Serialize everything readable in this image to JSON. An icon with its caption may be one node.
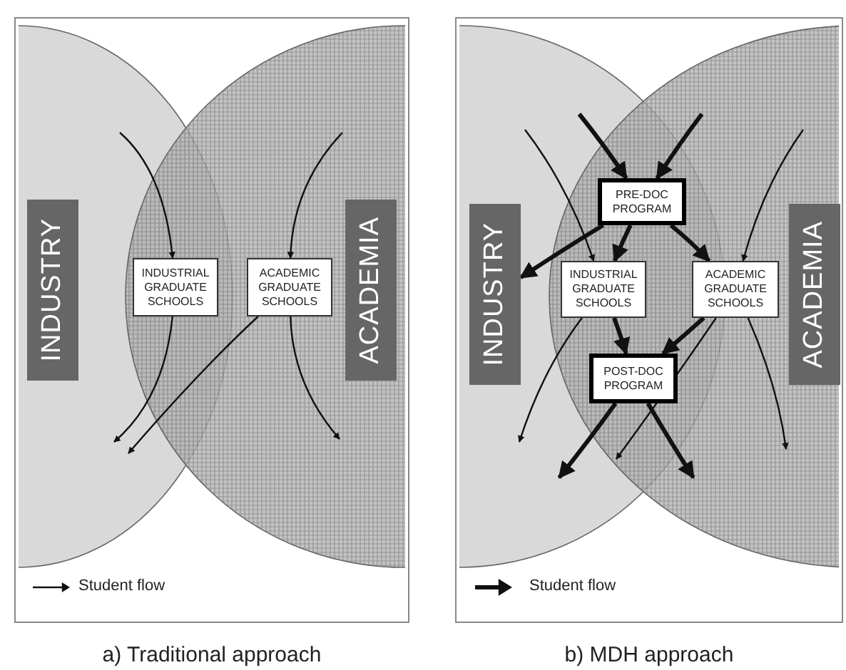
{
  "diagram": {
    "nodes": [
      {
        "text": [
          "INDUSTRY"
        ]
      },
      {
        "text": [
          "ACADEMIA"
        ]
      },
      {
        "text": [
          "INDUSTRIAL GRADUATE SCHOOLS"
        ]
      },
      {
        "text": [
          "ACADEMIC GRADUATE SCHOOLS"
        ]
      },
      {
        "text": [
          "INDUSTRY"
        ]
      },
      {
        "text": [
          "ACADEMIA"
        ]
      },
      {
        "text": [
          "PRE-DOC PROGRAM"
        ]
      },
      {
        "text": [
          "INDUSTRIAL GRADUATE SCHOOLS"
        ]
      },
      {
        "text": [
          "ACADEMIC GRADUATE SCHOOLS"
        ]
      },
      {
        "text": [
          "POST-DOC PROGRAM"
        ]
      }
    ],
    "edges": [
      {
        "from": null,
        "to": 2,
        "arrow": "to"
      },
      {
        "from": 2,
        "to": null,
        "arrow": "to"
      },
      {
        "from": null,
        "to": 3,
        "arrow": "to"
      },
      {
        "from": 3,
        "to": null,
        "arrow": "to"
      },
      {
        "from": 3,
        "to": null,
        "arrow": "to"
      },
      {
        "from": null,
        "to": 6,
        "arrow": "to",
        "style": "thick"
      },
      {
        "from": null,
        "to": 6,
        "arrow": "to",
        "style": "thick"
      },
      {
        "from": 6,
        "to": 4,
        "arrow": "to",
        "style": "thick"
      },
      {
        "from": 6,
        "to": 7,
        "arrow": "to",
        "style": "thick"
      },
      {
        "from": 6,
        "to": 8,
        "arrow": "to",
        "style": "thick"
      },
      {
        "from": 7,
        "to": 9,
        "arrow": "to",
        "style": "thick"
      },
      {
        "from": 8,
        "to": 9,
        "arrow": "to",
        "style": "thick"
      },
      {
        "from": 9,
        "to": null,
        "arrow": "to",
        "style": "thick"
      },
      {
        "from": 9,
        "to": null,
        "arrow": "to",
        "style": "thick"
      },
      {
        "from": null,
        "to": 7,
        "arrow": "to"
      },
      {
        "from": 7,
        "to": null,
        "arrow": "to"
      },
      {
        "from": null,
        "to": 8,
        "arrow": "to"
      },
      {
        "from": 8,
        "to": null,
        "arrow": "to"
      },
      {
        "from": 8,
        "to": null,
        "arrow": "to"
      }
    ],
    "labels": [
      "a) Traditional approach",
      "b) MDH approach"
    ],
    "legend": [
      {
        "text": "Student flow"
      },
      {
        "text": "Student flow"
      }
    ]
  }
}
